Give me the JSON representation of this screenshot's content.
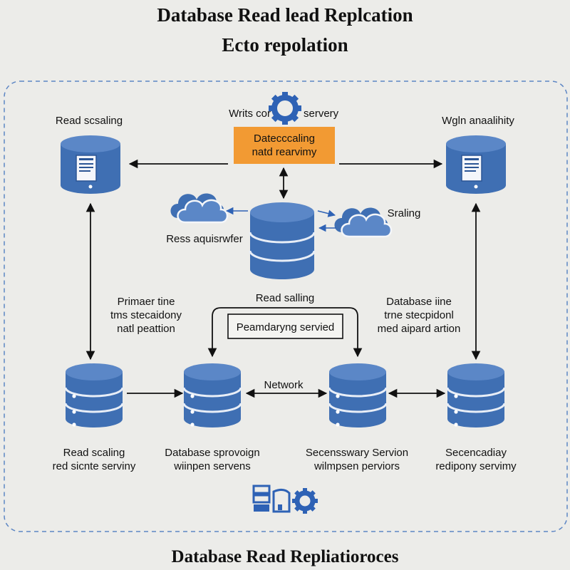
{
  "titles": {
    "main": "Database Read lead Replcation",
    "sub": "Ecto repolation",
    "footer": "Database Read Repliatioroces"
  },
  "top": {
    "left_label": "Read scsaling",
    "right_label": "Wgln anaalihity",
    "writes_left": "Writs cor",
    "writes_right": "servery",
    "orange_box": "Datecccaling\nnatd rearvimy",
    "cloud_left_label": "Ress aquisrwfer",
    "cloud_right_label": "Sraling"
  },
  "middle": {
    "left_text": "Primaer tine\ntms stecaidony\nnatl peattion",
    "center_heading": "Read salling",
    "center_box": "Peamdaryng servied",
    "right_text": "Database iine\ntrne stecpidonl\nmed aipard artion"
  },
  "bottom": {
    "network_label": "Network",
    "db1_label": "Read scaling\nred sicnte serviny",
    "db2_label": "Database sprovoign\nwiinpen servens",
    "db3_label": "Secensswary Servion\nwilmpsen perviors",
    "db4_label": "Secencadiay\nredipony servimy"
  },
  "colors": {
    "db_blue": "#3f6fb3",
    "db_dark": "#2b5595",
    "orange": "#f29a33",
    "gear_blue": "#2e62b5",
    "dash_border": "#5d86c4"
  },
  "icons": [
    "gear-icon",
    "cloud-icon",
    "document-icon",
    "server-icon"
  ]
}
